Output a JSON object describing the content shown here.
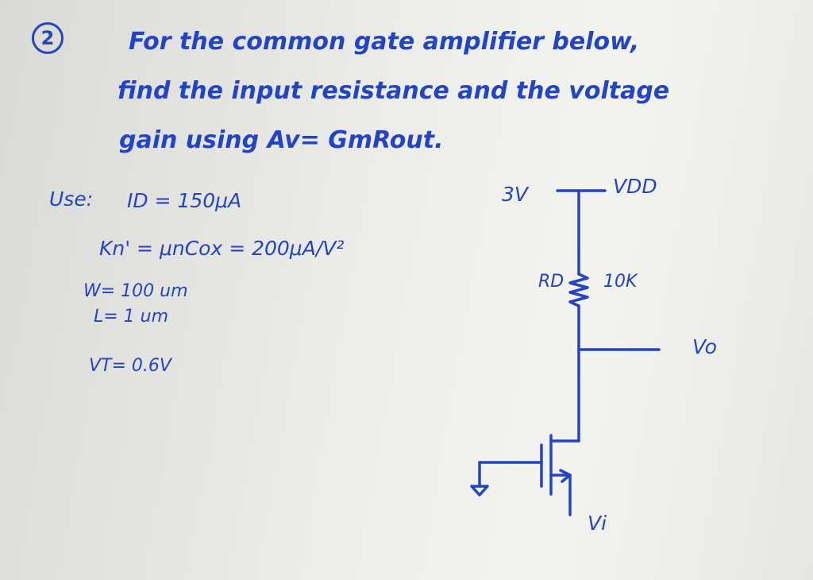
{
  "problem": {
    "number": "2",
    "line1": "For the common gate amplifier below,",
    "line2": "find the input resistance and the voltage",
    "line3": "gain using Av= GmRout."
  },
  "given": {
    "use_label": "Use:",
    "id": "ID = 150μA",
    "kn": "Kn' = μnCox = 200μA/V²",
    "w": "W= 100 um",
    "l": "L= 1 um",
    "vt": "VT= 0.6V"
  },
  "circuit": {
    "supply_value": "3V",
    "supply_label": "VDD",
    "resistor_label": "RD",
    "resistor_value": "10K",
    "output_label": "Vo",
    "input_label": "Vi"
  }
}
